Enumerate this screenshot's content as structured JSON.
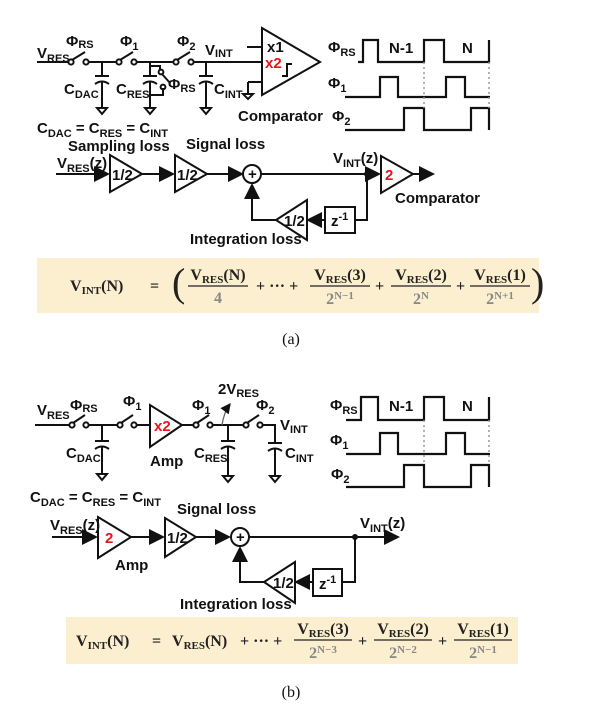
{
  "colors": {
    "highlight": "#e8141a",
    "formula_bg": "#fcefcf",
    "denominator": "#888888"
  },
  "a": {
    "vres": [
      "V",
      "RES"
    ],
    "phi_rs": [
      "Φ",
      "RS"
    ],
    "phi1": [
      "Φ",
      "1"
    ],
    "phi2": [
      "Φ",
      "2"
    ],
    "vint": [
      "V",
      "INT"
    ],
    "cdac": [
      "C",
      "DAC"
    ],
    "cres": [
      "C",
      "RES"
    ],
    "cint": [
      "C",
      "INT"
    ],
    "phi_rs_reset": [
      "Φ",
      "RS"
    ],
    "comp_in1": "x1",
    "comp_in2": "x2",
    "comparator": "Comparator",
    "timing": {
      "phi_rs": [
        "Φ",
        "RS"
      ],
      "phi1": [
        "Φ",
        "1"
      ],
      "phi2": [
        "Φ",
        "2"
      ],
      "n_minus_1": "N-1",
      "n": "N"
    },
    "equality": [
      "C",
      "DAC",
      " = C",
      "RES",
      " = C",
      "INT"
    ],
    "block": {
      "sampling_loss": "Sampling loss",
      "signal_loss": "Signal loss",
      "vres_z": [
        "V",
        "RES",
        "(z)"
      ],
      "vint_z": [
        "V",
        "INT",
        "(z)"
      ],
      "gain1": "1/2",
      "gain2": "1/2",
      "gain_comp": "2",
      "comparator": "Comparator",
      "feedback_gain": "1/2",
      "delay": [
        "z",
        "-1"
      ],
      "integration_loss": "Integration loss",
      "sum": "+"
    },
    "formula": {
      "lhs": [
        "V",
        "INT",
        "(N)"
      ],
      "eq": "=",
      "lparen": "(",
      "rparen": ")",
      "terms": [
        {
          "num": [
            "V",
            "RES",
            "(N)"
          ],
          "den": [
            "4",
            ""
          ]
        },
        {
          "num": [
            "V",
            "RES",
            "(3)"
          ],
          "den": [
            "2",
            "N−1"
          ]
        },
        {
          "num": [
            "V",
            "RES",
            "(2)"
          ],
          "den": [
            "2",
            "N"
          ]
        },
        {
          "num": [
            "V",
            "RES",
            "(1)"
          ],
          "den": [
            "2",
            "N+1"
          ]
        }
      ],
      "plus": "+",
      "ellipsis": "+ ··· +"
    },
    "caption": "(a)"
  },
  "b": {
    "vres": [
      "V",
      "RES"
    ],
    "phi_rs": [
      "Φ",
      "RS"
    ],
    "phi1": [
      "Φ",
      "1"
    ],
    "phi1b": [
      "Φ",
      "1"
    ],
    "phi2": [
      "Φ",
      "2"
    ],
    "vint": [
      "V",
      "INT"
    ],
    "two_vres": [
      "2V",
      "RES"
    ],
    "amp_gain": "x2",
    "amp": "Amp",
    "cdac": [
      "C",
      "DAC"
    ],
    "cres": [
      "C",
      "RES"
    ],
    "cint": [
      "C",
      "INT"
    ],
    "timing": {
      "phi_rs": [
        "Φ",
        "RS"
      ],
      "phi1": [
        "Φ",
        "1"
      ],
      "phi2": [
        "Φ",
        "2"
      ],
      "n_minus_1": "N-1",
      "n": "N"
    },
    "equality": [
      "C",
      "DAC",
      " = C",
      "RES",
      " = C",
      "INT"
    ],
    "block": {
      "signal_loss": "Signal loss",
      "vres_z": [
        "V",
        "RES",
        "(z)"
      ],
      "vint_z": [
        "V",
        "INT",
        "(z)"
      ],
      "gain_amp": "2",
      "amp": "Amp",
      "gain2": "1/2",
      "feedback_gain": "1/2",
      "delay": [
        "z",
        "-1"
      ],
      "integration_loss": "Integration loss",
      "sum": "+"
    },
    "formula": {
      "lhs": [
        "V",
        "INT",
        "(N)"
      ],
      "eq": "=",
      "first": [
        "V",
        "RES",
        "(N)"
      ],
      "ellipsis": "+ ··· +",
      "plus": "+",
      "terms": [
        {
          "num": [
            "V",
            "RES",
            "(3)"
          ],
          "den": [
            "2",
            "N−3"
          ]
        },
        {
          "num": [
            "V",
            "RES",
            "(2)"
          ],
          "den": [
            "2",
            "N−2"
          ]
        },
        {
          "num": [
            "V",
            "RES",
            "(1)"
          ],
          "den": [
            "2",
            "N−1"
          ]
        }
      ]
    },
    "caption": "(b)"
  }
}
